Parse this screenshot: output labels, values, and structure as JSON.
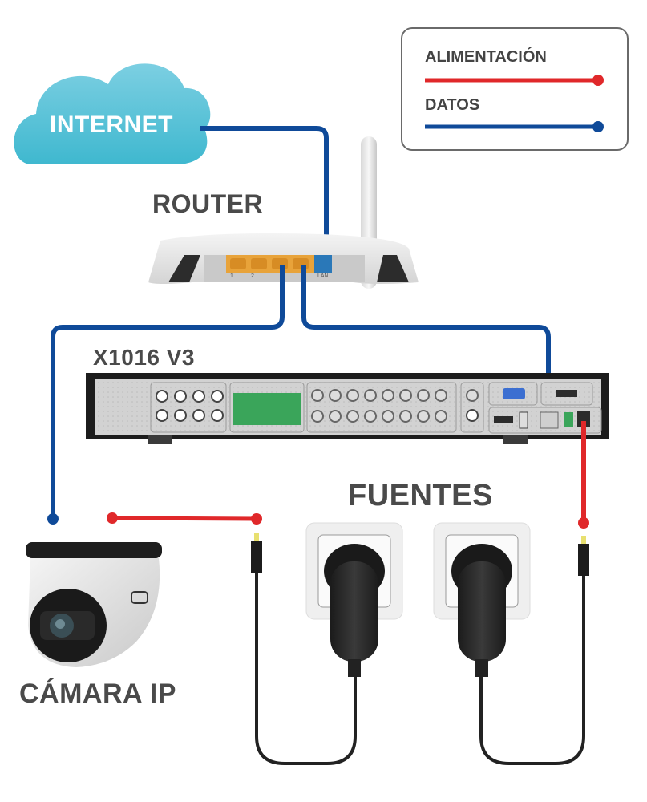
{
  "diagram": {
    "title_labels": {
      "internet": "INTERNET",
      "router": "ROUTER",
      "dvr_model": "X1016 V3",
      "power_supplies": "FUENTES",
      "camera": "CÁMARA IP"
    },
    "legend": {
      "items": [
        {
          "label": "ALIMENTACIÓN",
          "meaning": "power",
          "color": "#e0282a"
        },
        {
          "label": "DATOS",
          "meaning": "data",
          "color": "#0f4a99"
        }
      ]
    },
    "router": {
      "ports": [
        {
          "label": "1",
          "type": "lan",
          "color": "#e8a33a"
        },
        {
          "label": "2",
          "type": "lan",
          "color": "#e8a33a"
        },
        {
          "label": "",
          "type": "lan",
          "color": "#e8a33a",
          "connected": true
        },
        {
          "label": "",
          "type": "lan",
          "color": "#e8a33a",
          "connected": true
        },
        {
          "label": "LAN",
          "type": "wan",
          "color": "#2a78b8",
          "connected": true
        }
      ]
    },
    "connections": [
      {
        "from": "INTERNET",
        "to": "ROUTER (LAN)",
        "kind": "data"
      },
      {
        "from": "ROUTER",
        "to": "CÁMARA IP",
        "kind": "data"
      },
      {
        "from": "ROUTER",
        "to": "X1016 V3 (RJ45)",
        "kind": "data"
      },
      {
        "from": "FUENTES",
        "to": "CÁMARA IP",
        "kind": "power"
      },
      {
        "from": "FUENTES",
        "to": "X1016 V3 (DC IN)",
        "kind": "power"
      }
    ],
    "colors": {
      "data": "#0f4a99",
      "power": "#e0282a",
      "cloud": "#5cc3da",
      "text": "#4a4a4a"
    }
  }
}
